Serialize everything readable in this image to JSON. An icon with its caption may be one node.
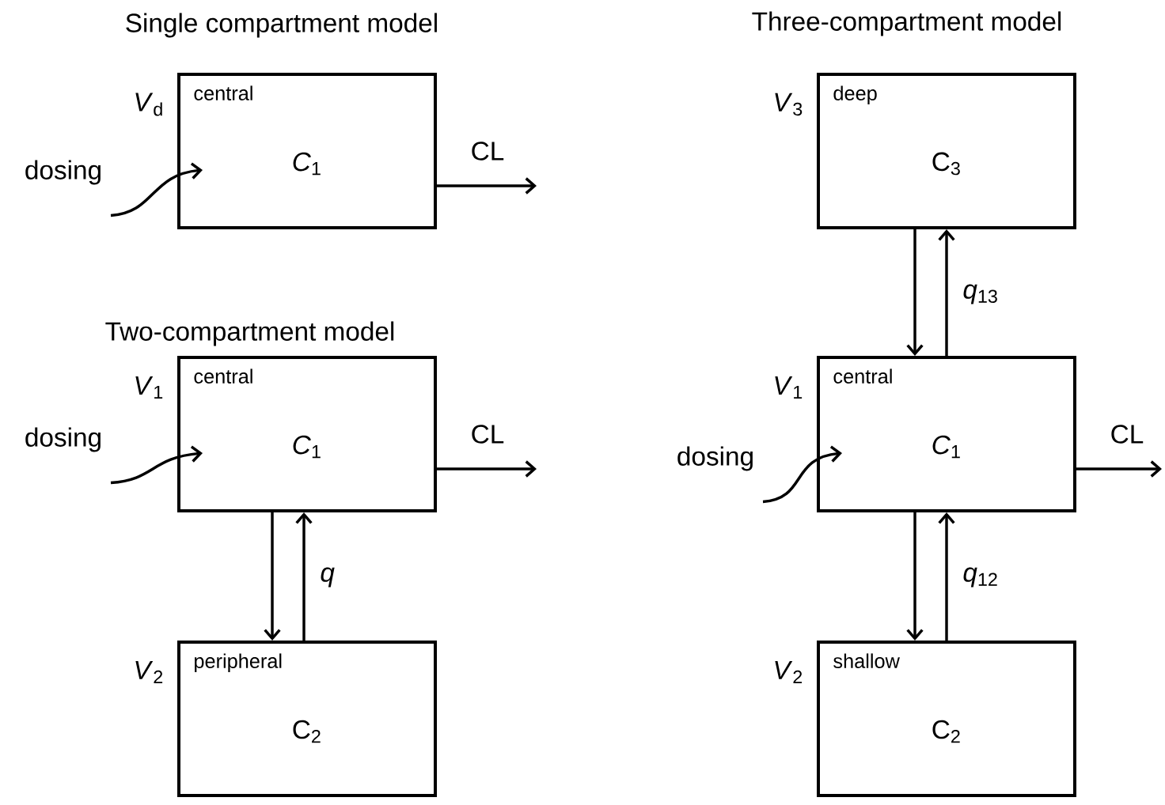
{
  "diagram": {
    "nodes": [
      {
        "text": [
          "central",
          "*C*$_{1}$"
        ],
        "beside": [
          "*V*$_{d}$"
        ]
      },
      {
        "text": [
          "dosing"
        ]
      },
      {
        "text": [
          "central",
          "*C*$_{1}$"
        ],
        "beside": [
          "*V*$_{1}$"
        ]
      },
      {
        "text": [
          "dosing"
        ]
      },
      {
        "text": [
          "peripheral",
          "C$_{2}$"
        ],
        "beside": [
          "*V*$_{2}$"
        ]
      },
      {
        "text": [
          "deep",
          "C$_{3}$"
        ],
        "beside": [
          "*V*$_{3}$"
        ]
      },
      {
        "text": [
          "central",
          "*C*$_{1}$"
        ],
        "beside": [
          "*V*$_{1}$"
        ]
      },
      {
        "text": [
          "dosing"
        ]
      },
      {
        "text": [
          "shallow",
          "C$_{2}$"
        ],
        "beside": [
          "*V*$_{2}$"
        ]
      }
    ],
    "edges": [
      {
        "from": 1,
        "to": 0,
        "arrow": "to"
      },
      {
        "from": 0,
        "to": null,
        "arrow": "to",
        "label": "CL"
      },
      {
        "from": 3,
        "to": 2,
        "arrow": "to"
      },
      {
        "from": 2,
        "to": null,
        "arrow": "to",
        "label": "CL"
      },
      {
        "from": 2,
        "to": 4,
        "arrow": "to"
      },
      {
        "from": 4,
        "to": 2,
        "arrow": "to",
        "label": "*q*"
      },
      {
        "from": 7,
        "to": 6,
        "arrow": "to"
      },
      {
        "from": 6,
        "to": null,
        "arrow": "to",
        "label": "CL"
      },
      {
        "from": 5,
        "to": 6,
        "arrow": "to"
      },
      {
        "from": 6,
        "to": 5,
        "arrow": "to",
        "label": "*q*$_{13}$"
      },
      {
        "from": 6,
        "to": 8,
        "arrow": "to"
      },
      {
        "from": 8,
        "to": 6,
        "arrow": "to",
        "label": "*q*$_{12}$"
      }
    ],
    "labels": [
      "Single compartment model",
      "Two-compartment model",
      "Three-compartment model"
    ]
  }
}
